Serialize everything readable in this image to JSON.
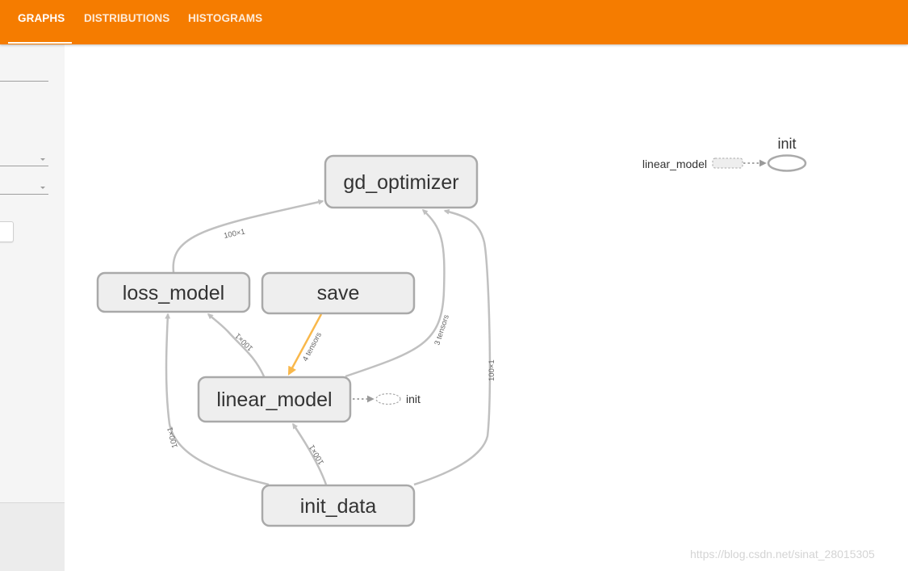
{
  "tabs": [
    {
      "label": "GRAPHS",
      "active": true
    },
    {
      "label": "DISTRIBUTIONS",
      "active": false
    },
    {
      "label": "HISTOGRAMS",
      "active": false
    }
  ],
  "colors": {
    "topbar": "#f57c00",
    "node_fill": "#eeeeee",
    "node_stroke": "#a9a9a9",
    "edge": "#c0c0c0",
    "ref_edge": "#f9b84b"
  },
  "graph": {
    "nodes": {
      "gd_optimizer": "gd_optimizer",
      "loss_model": "loss_model",
      "save": "save",
      "linear_model": "linear_model",
      "init_data": "init_data"
    },
    "aux_node": "init",
    "edges": {
      "loss_to_gd": "100×1",
      "linear_to_gd": "3 tensors",
      "init_to_gd": "100×1",
      "save_to_linear": "4 tensors",
      "linear_to_loss": "100×1",
      "init_to_loss": "100×1",
      "init_to_linear": "100×1"
    }
  },
  "aux_graph": {
    "source": "linear_model",
    "target": "init"
  },
  "watermark": "https://blog.csdn.net/sinat_28015305"
}
